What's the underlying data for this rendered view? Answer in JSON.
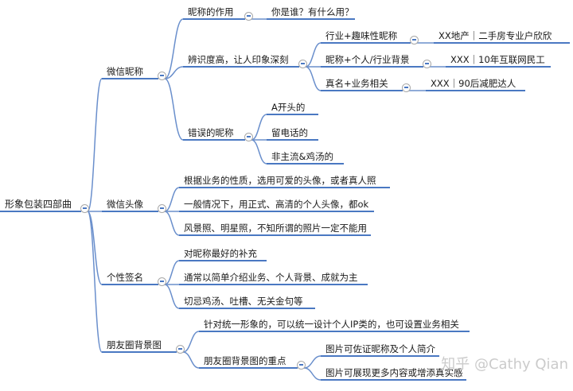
{
  "tree": {
    "label": "形象包装四部曲",
    "children": [
      {
        "label": "微信昵称",
        "children": [
          {
            "label": "昵称的作用",
            "children": [
              {
                "label": "你是谁？有什么用？"
              }
            ]
          },
          {
            "label": "辨识度高，让人印象深刻",
            "children": [
              {
                "label": "行业+趣味性昵称",
                "children": [
                  {
                    "label": "XX地产｜二手房专业户欣欣"
                  }
                ]
              },
              {
                "label": "昵称+个人/行业背景",
                "children": [
                  {
                    "label": "XXX｜10年互联网民工"
                  }
                ]
              },
              {
                "label": "真名+业务相关",
                "children": [
                  {
                    "label": "XXX｜90后减肥达人"
                  }
                ]
              }
            ]
          },
          {
            "label": "错误的昵称",
            "children": [
              {
                "label": "A开头的"
              },
              {
                "label": "留电话的"
              },
              {
                "label": "非主流&鸡汤的"
              }
            ]
          }
        ]
      },
      {
        "label": "微信头像",
        "children": [
          {
            "label": "根据业务的性质，选用可爱的头像，或者真人照"
          },
          {
            "label": "一般情况下，用正式、高清的个人头像，都ok"
          },
          {
            "label": "风景照、明星照，不知所谓的照片一定不能用"
          }
        ]
      },
      {
        "label": "个性签名",
        "children": [
          {
            "label": "对昵称最好的补充"
          },
          {
            "label": "通常以简单介绍业务、个人背景、成就为主"
          },
          {
            "label": "切忌鸡汤、吐槽、无关金句等"
          }
        ]
      },
      {
        "label": "朋友圈背景图",
        "children": [
          {
            "label": "针对统一形象的，可以统一设计个人IP类的，也可设置业务相关"
          },
          {
            "label": "朋友圈背景图的重点",
            "children": [
              {
                "label": "图片可佐证昵称及个人简介"
              },
              {
                "label": "图片可展现更多内容或增添真实感"
              }
            ]
          }
        ]
      }
    ]
  },
  "watermark": "知乎 @Cathy Qian",
  "icons": {
    "toggle": "collapse-minus-icon"
  },
  "colors": {
    "background": "#ffffff",
    "text": "#1a1a1a",
    "branch": "#4a78c2",
    "connector": "#6a8fcc",
    "toggle_border": "#a8a8a8",
    "toggle_minus": "#4a78c2",
    "watermark": "#c6c6c6"
  }
}
